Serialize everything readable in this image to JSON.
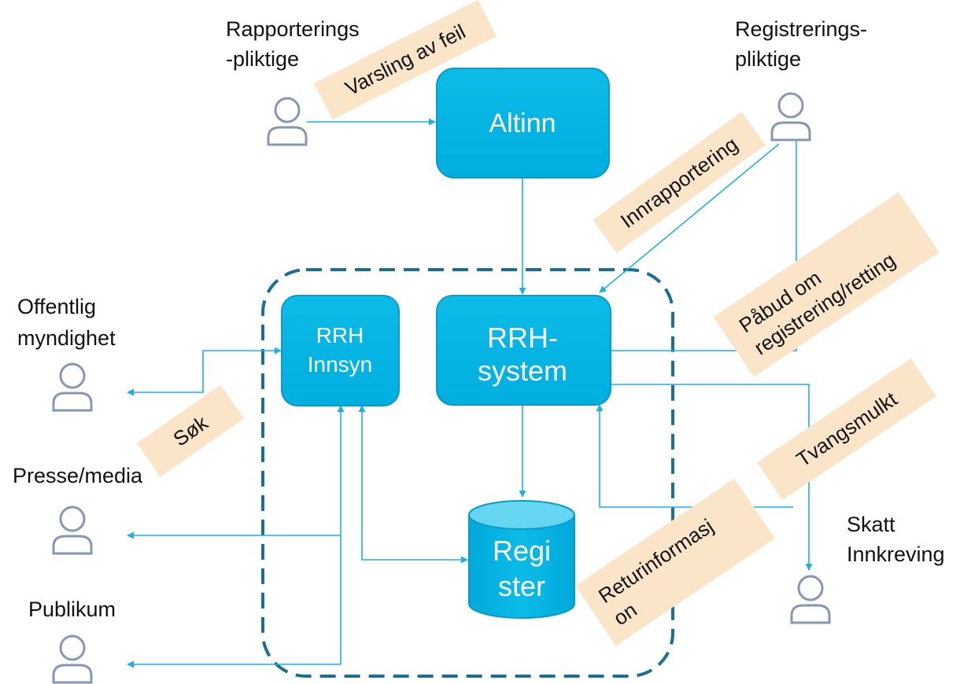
{
  "actors": {
    "rapporteringspliktige": {
      "line1": "Rapporterings",
      "line2": "-pliktige"
    },
    "registreringspliktige": {
      "line1": "Registrerings-",
      "line2": "pliktige"
    },
    "offentlig": {
      "line1": "Offentlig",
      "line2": "myndighet"
    },
    "presse": {
      "line1": "Presse/media"
    },
    "publikum": {
      "line1": "Publikum"
    },
    "skatt": {
      "line1": "Skatt",
      "line2": "Innkreving"
    }
  },
  "boxes": {
    "altinn": {
      "label": "Altinn"
    },
    "innsyn": {
      "line1": "RRH",
      "line2": "Innsyn"
    },
    "system": {
      "line1": "RRH-",
      "line2": "system"
    },
    "register": {
      "line1": "Regi",
      "line2": "ster"
    }
  },
  "tags": {
    "varsling": "Varsling av feil",
    "innrapportering": "Innrapportering",
    "pabud1": "Påbud om",
    "pabud2": "registrering/retting",
    "sok": "Søk",
    "tvangsmulkt": "Tvangsmulkt",
    "retur1": "Returinformasj",
    "retur2": "on"
  },
  "colors": {
    "box_fill": "#00b4e4",
    "box_stroke": "#0a9bc7",
    "boundary": "#1b6f93",
    "arrow": "#1ab2e0",
    "tag_bg": "#fbe5c8",
    "person_stroke": "#8597b4"
  }
}
